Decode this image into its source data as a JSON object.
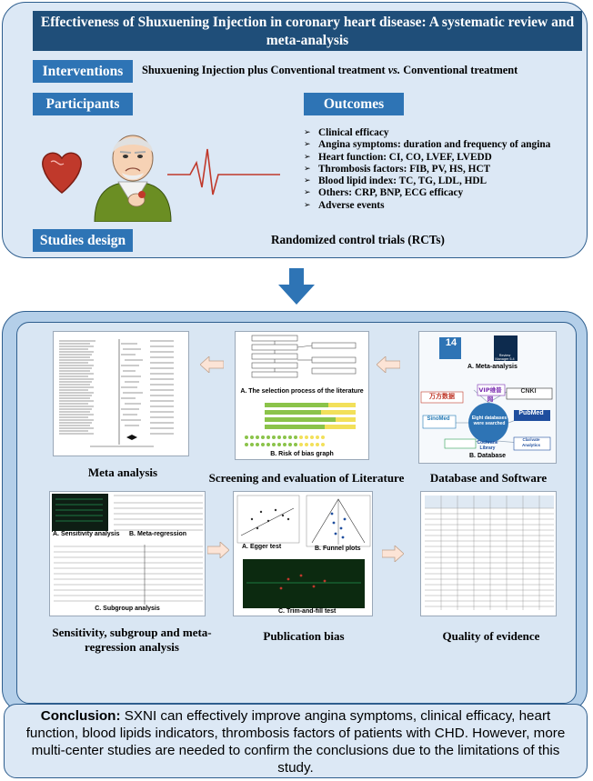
{
  "header": {
    "title": "Effectiveness of Shuxuening Injection in coronary heart disease: A systematic review and meta-analysis"
  },
  "interventions": {
    "label": "Interventions",
    "text_a": "Shuxuening Injection plus  Conventional treatment ",
    "text_vs": "vs.",
    "text_b": " Conventional treatment"
  },
  "participants": {
    "label": "Participants"
  },
  "outcomes": {
    "label": "Outcomes",
    "items": [
      "Clinical efficacy",
      "Angina symptoms: duration and frequency of angina",
      "Heart function: CI, CO, LVEF, LVEDD",
      "Thrombosis factors: FIB, PV, HS, HCT",
      "Blood lipid index: TC, TG, LDL, HDL",
      "Others: CRP, BNP, ECG efficacy",
      "Adverse events"
    ]
  },
  "studies_design": {
    "label": "Studies design",
    "text": "Randomized control trials (RCTs)"
  },
  "process": {
    "meta_analysis": "Meta analysis",
    "screening": "Screening and evaluation of Literature",
    "database_software": "Database and Software",
    "sensitivity": "Sensitivity, subgroup and meta-regression analysis",
    "publication_bias": "Publication bias",
    "quality": "Quality of evidence",
    "sub_selection": "A. The selection process of the literature",
    "sub_risk": "B. Risk of bias graph",
    "sub_db_meta": "A. Meta-analysis",
    "sub_db_database": "B. Database",
    "sub_sensitivity": "A. Sensitivity analysis",
    "sub_metareg": "B. Meta-regression",
    "sub_subgroup": "C. Subgroup analysis",
    "sub_egger": "A. Egger test",
    "sub_funnel": "B. Funnel plots",
    "sub_trim": "C. Trim-and-fill test",
    "db_center": "Eight databases were searched",
    "logos": [
      "14",
      "Review Manager 5.4",
      "万方数据",
      "VIP维普网",
      "CNKI",
      "PubMed",
      "SinoMed",
      "Clarivate Analytics",
      "Cochrane Library"
    ]
  },
  "conclusion": {
    "label": "Conclusion:",
    "text": " SXNI can effectively improve angina symptoms, clinical efficacy, heart function, blood lipids indicators, thrombosis factors of patients with CHD. However, more multi-center studies are needed to confirm the conclusions due to the limitations of this study."
  },
  "colors": {
    "dark_blue": "#1f4e79",
    "label_blue": "#2e74b5",
    "panel_light": "#dce8f5",
    "panel_mid": "#b4cfe9",
    "arrow_blue": "#2e74b5",
    "arrow_light": "#fce4d6"
  }
}
